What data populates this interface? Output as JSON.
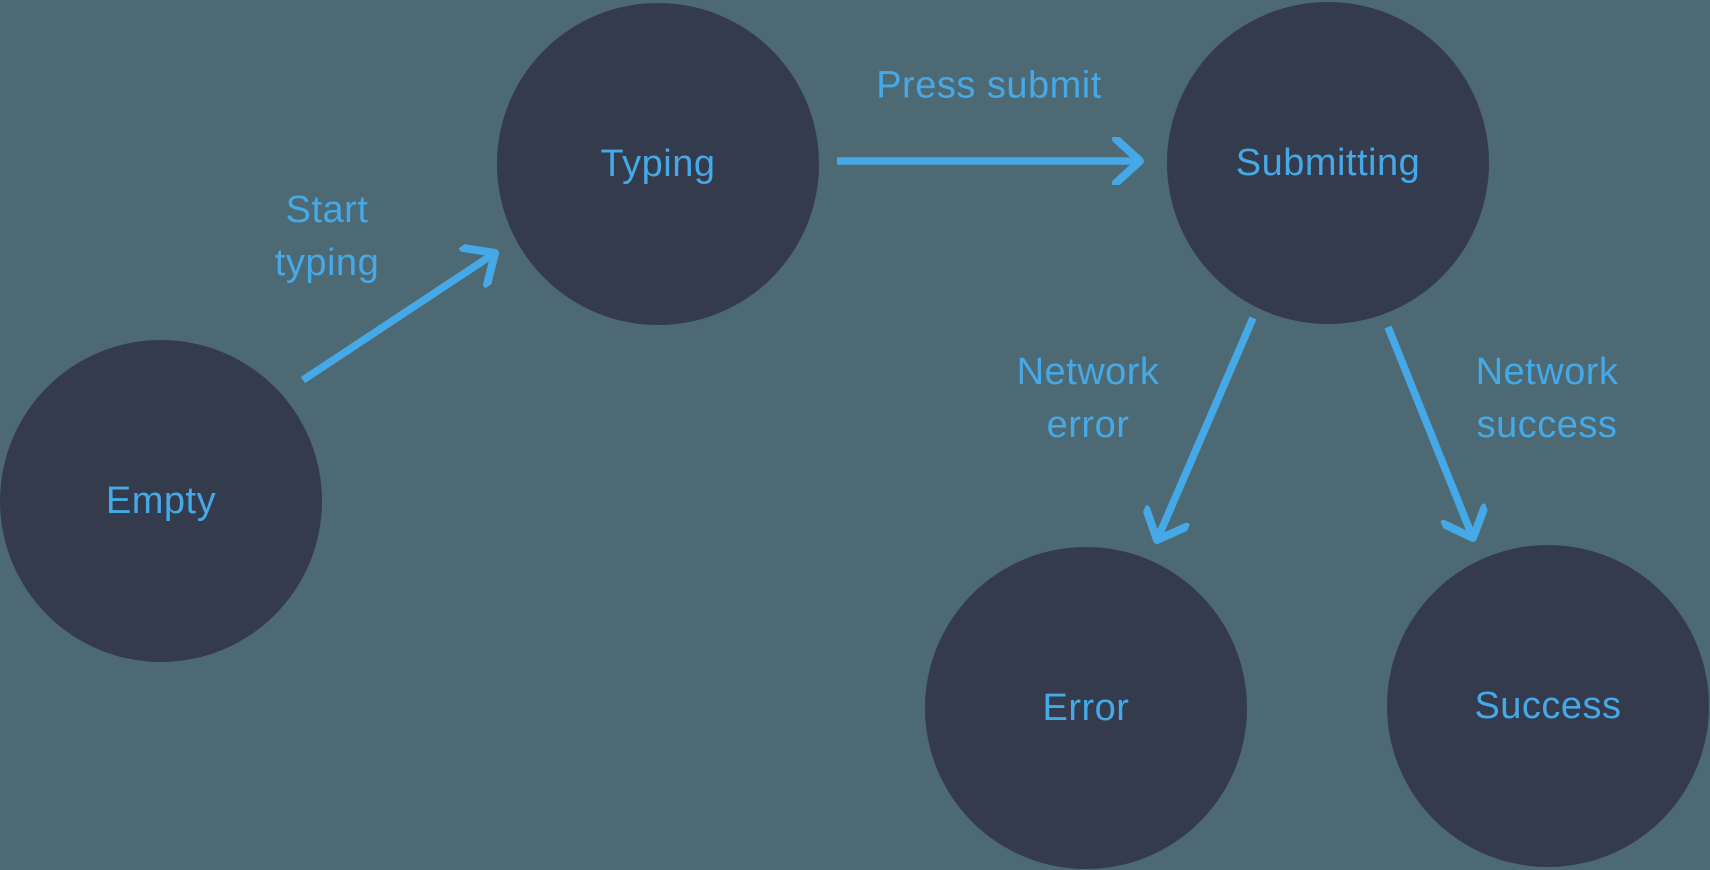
{
  "colors": {
    "background": "#4D6973",
    "node_fill": "#333B4C",
    "accent": "#45A9E8"
  },
  "diagram_type": "state-machine",
  "states": {
    "empty": {
      "label": "Empty"
    },
    "typing": {
      "label": "Typing"
    },
    "submitting": {
      "label": "Submitting"
    },
    "error": {
      "label": "Error"
    },
    "success": {
      "label": "Success"
    }
  },
  "transitions": {
    "start_typing": {
      "label": "Start typing",
      "from": "Empty",
      "to": "Typing"
    },
    "press_submit": {
      "label": "Press submit",
      "from": "Typing",
      "to": "Submitting"
    },
    "network_error": {
      "label": "Network error",
      "from": "Submitting",
      "to": "Error"
    },
    "network_success": {
      "label": "Network success",
      "from": "Submitting",
      "to": "Success"
    }
  }
}
